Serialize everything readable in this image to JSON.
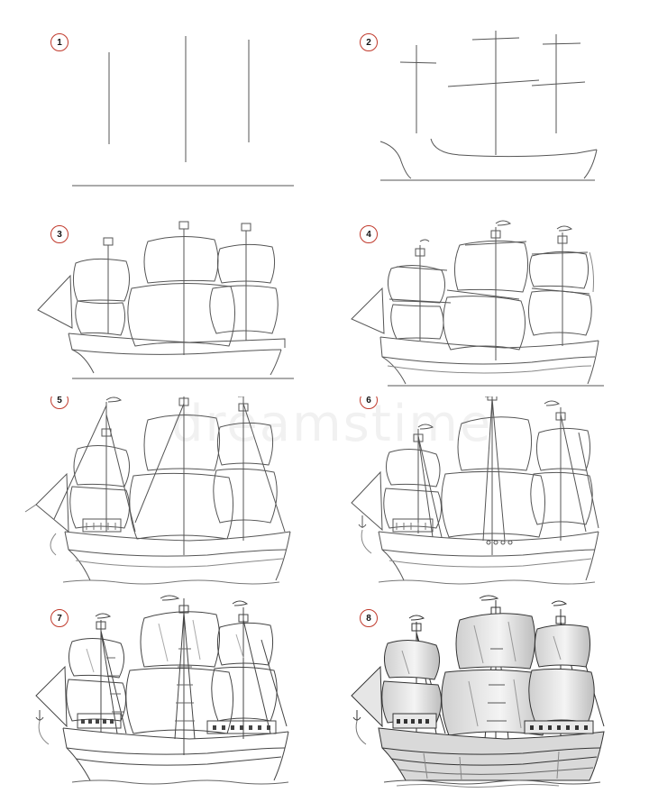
{
  "watermark": "dreamstime",
  "steps": [
    {
      "number": "1"
    },
    {
      "number": "2"
    },
    {
      "number": "3"
    },
    {
      "number": "4"
    },
    {
      "number": "5"
    },
    {
      "number": "6"
    },
    {
      "number": "7"
    },
    {
      "number": "8"
    }
  ],
  "colors": {
    "badge_ring": "#c0392b",
    "line": "#4a4a4a",
    "shade": "#9a9a9a"
  }
}
